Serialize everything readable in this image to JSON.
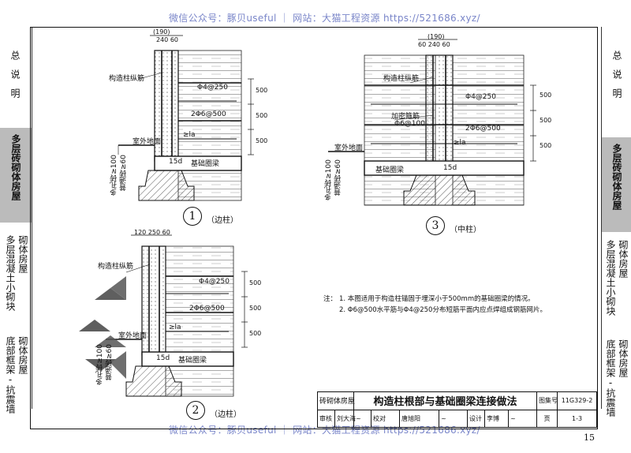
{
  "watermark": {
    "top": "微信公众号：豚贝useful ｜ 网站：大猫工程资源 https://521686.xyz/",
    "bottom": "微信公众号：豚贝useful ｜ 网站：大猫工程资源 https://521686.xyz/"
  },
  "left_tabs": {
    "tab1": "总说明",
    "tab2": "多层砖砌体房屋",
    "tab3a": "多层混凝土小砌块",
    "tab3b": "砌体房屋",
    "tab4a": "底部框架-抗震墙",
    "tab4b": "砌体房屋"
  },
  "right_tabs": {
    "tab1": "总说明",
    "tab2": "多层砖砌体房屋",
    "tab3a": "多层混凝土小砌块",
    "tab3b": "砌体房屋",
    "tab4a": "底部框架-抗震墙",
    "tab4b": "砌体房屋"
  },
  "detail1": {
    "number": "1",
    "caption": "（边柱）",
    "dim_top": "(190)",
    "dim_top2": "240 60",
    "label_col": "构造柱纵筋",
    "label_r1": "Φ4@250",
    "label_r2": "2Φ6@500",
    "label_ground": "室外地面",
    "label_beam": "基础圈梁",
    "label_15d": "15d",
    "label_la": "≥la",
    "dim_500a": "500",
    "dim_500b": "500",
    "dim_500c": "500",
    "wall_note_1": "多孔砖≥100",
    "wall_note_2": "普通砖≥60"
  },
  "detail2": {
    "number": "2",
    "caption": "（边柱）",
    "dim_top": "120 250 60",
    "label_col": "构造柱纵筋",
    "label_r1": "Φ4@250",
    "label_r2": "2Φ6@500",
    "label_ground": "室外地面",
    "label_beam": "基础圈梁",
    "label_15d": "15d",
    "label_la": "≥la",
    "dim_500a": "500",
    "dim_500b": "500",
    "dim_500c": "500",
    "wall_note_1": "多孔砖≥100",
    "wall_note_2": "普通砖≥60"
  },
  "detail3": {
    "number": "3",
    "caption": "（中柱）",
    "dim_top": "(190)",
    "dim_top2": "60 240 60",
    "label_col": "构造柱纵筋",
    "label_r1": "Φ4@250",
    "label_dense1": "加密箍筋",
    "label_dense2": "Φ6@100",
    "label_r2": "2Φ6@500",
    "label_ground": "室外地面",
    "label_beam": "基础圈梁",
    "label_15d": "15d",
    "label_la": "≥la",
    "dim_500a": "500",
    "dim_500b": "500",
    "dim_500c": "500",
    "wall_note_1": "多孔砖≥100",
    "wall_note_2": "普通砖≥60"
  },
  "notes": {
    "prefix": "注：",
    "n1": "1. 本图适用于构造柱锚固于埋深小于500mm的基础圈梁的情况。",
    "n2": "2. Φ6@500水平筋与Φ4@250分布短筋平面内应点焊组成钢筋网片。"
  },
  "title_block": {
    "title": "构造柱根部与基础圈梁连接做法",
    "atlas_label": "图集号",
    "atlas_no": "11G329-2",
    "review_label": "审核",
    "reviewer": "刘大海",
    "check_label": "校对",
    "checker": "唐旭阳",
    "design_label": "设计",
    "designer": "李博",
    "page_label": "页",
    "page_no": "1-3",
    "left_strip": "砖砌体房屋"
  },
  "page_number": "15"
}
